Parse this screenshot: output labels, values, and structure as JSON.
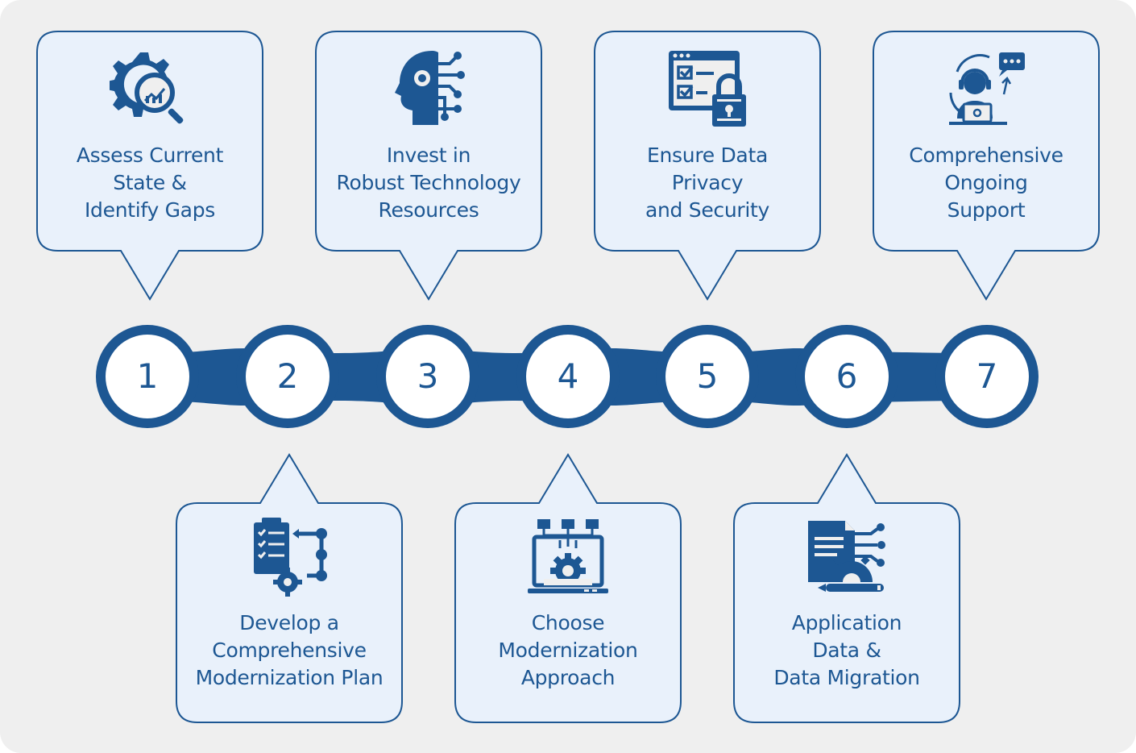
{
  "colors": {
    "primary": "#1d5793",
    "card_fill": "#e9f1fb",
    "background": "#efefef"
  },
  "steps": [
    {
      "number": "1",
      "lines": [
        "Assess Current",
        "State &",
        "Identify Gaps"
      ],
      "icon": "gear-magnifier-chart-icon",
      "position": "top"
    },
    {
      "number": "2",
      "lines": [
        "Develop a",
        "Comprehensive",
        "Modernization Plan"
      ],
      "icon": "checklist-flow-gear-icon",
      "position": "bottom"
    },
    {
      "number": "3",
      "lines": [
        "Invest in",
        "Robust Technology",
        "Resources"
      ],
      "icon": "ai-head-circuit-icon",
      "position": "top"
    },
    {
      "number": "4",
      "lines": [
        "Choose",
        "Modernization",
        "Approach"
      ],
      "icon": "laptop-gear-network-icon",
      "position": "bottom"
    },
    {
      "number": "5",
      "lines": [
        "Ensure Data",
        "Privacy",
        "and Security"
      ],
      "icon": "checklist-padlock-icon",
      "position": "top"
    },
    {
      "number": "6",
      "lines": [
        "Application",
        "Data &",
        "Data Migration"
      ],
      "icon": "document-gear-circuit-icon",
      "position": "bottom"
    },
    {
      "number": "7",
      "lines": [
        "Comprehensive",
        "Ongoing",
        "Support"
      ],
      "icon": "support-agent-chat-icon",
      "position": "top"
    }
  ]
}
